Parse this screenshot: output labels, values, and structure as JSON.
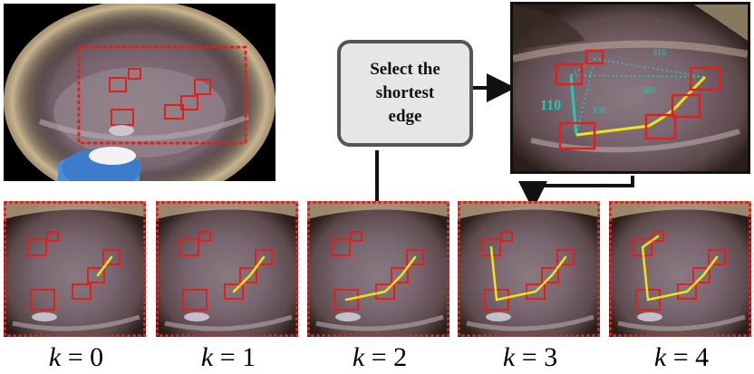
{
  "process_box": {
    "line1": "Select the",
    "line2": "shortest",
    "line3": "edge"
  },
  "distances": {
    "d110": "110",
    "d138": "138",
    "d316": "316",
    "d380": "380"
  },
  "steps": [
    {
      "var": "k",
      "eq": " = ",
      "num": "0"
    },
    {
      "var": "k",
      "eq": " = ",
      "num": "1"
    },
    {
      "var": "k",
      "eq": " = ",
      "num": "2"
    },
    {
      "var": "k",
      "eq": " = ",
      "num": "3"
    },
    {
      "var": "k",
      "eq": " = ",
      "num": "4"
    }
  ],
  "colors": {
    "box": "#e0201c",
    "path": "#f2e21a",
    "distance": "#25c8b4",
    "arrow": "#111111"
  }
}
